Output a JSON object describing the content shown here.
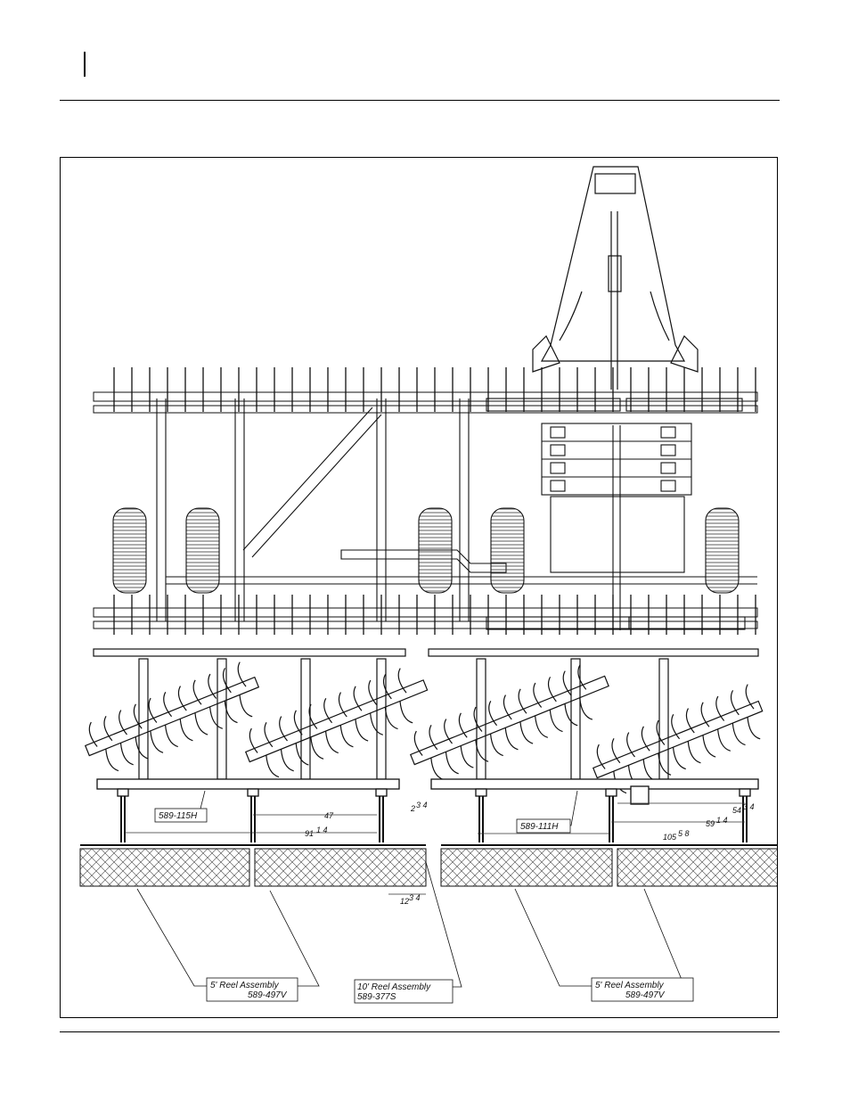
{
  "part_labels": {
    "front_left": "589-115H",
    "front_right": "589-111H"
  },
  "dimensions": {
    "d47": "47",
    "d91": "91",
    "d91_frac": "1 4",
    "d2": "2",
    "d2_frac": "3 4",
    "d12": "12",
    "d12_frac": "3 4",
    "d54": "54",
    "d54_frac": "3 4",
    "d59": "59",
    "d59_frac": "1 4",
    "d105": "105",
    "d105_frac": "5 8"
  },
  "callouts": {
    "reel5_left_name": "5' Reel Assembly",
    "reel5_left_part": "589-497V",
    "reel10_name": "10' Reel Assembly",
    "reel10_part": "589-377S",
    "reel5_right_name": "5' Reel Assembly",
    "reel5_right_part": "589-497V"
  }
}
